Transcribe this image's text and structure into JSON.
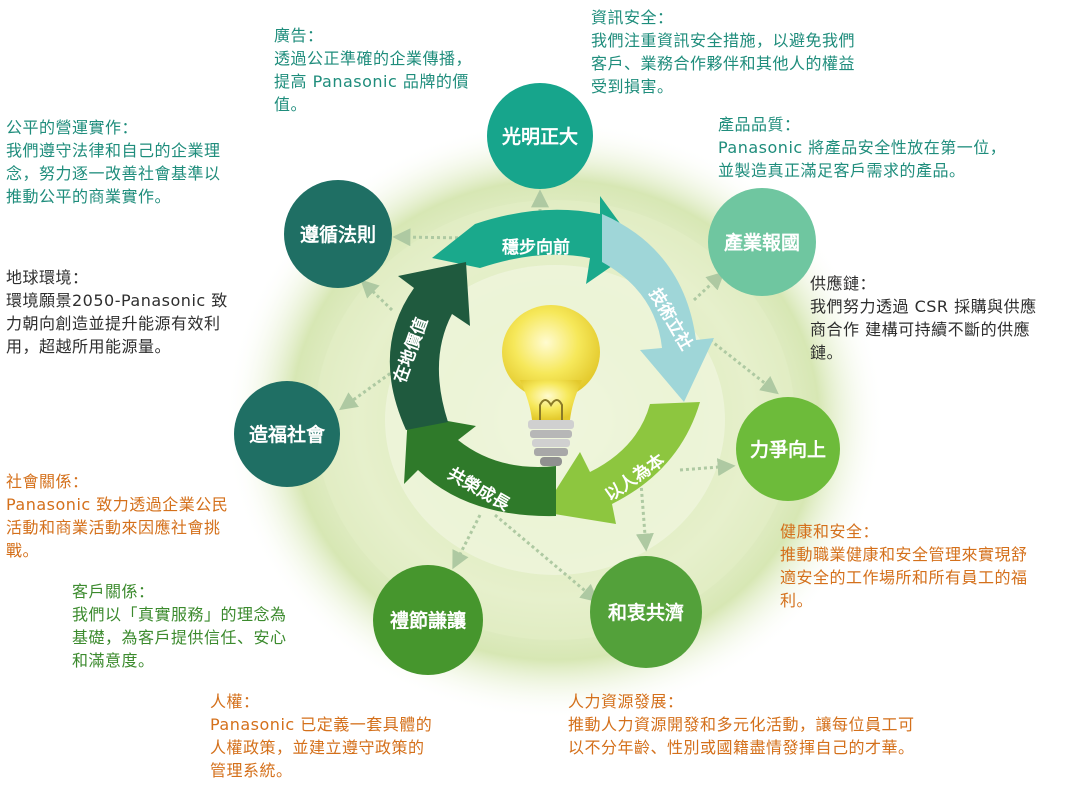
{
  "colors": {
    "teal": "#1f8d7c",
    "dark_text": "#2e2e2e",
    "green_text": "#3b8a2d",
    "orange_text": "#d4701b",
    "circle_teal": "#17a58c",
    "circle_dark_teal": "#1f6f64",
    "circle_mint": "#6fc6a0",
    "circle_lime": "#6dbb3a",
    "circle_forest": "#46962d",
    "circle_grass": "#53a13a",
    "arrow_teal": "#1aa98c",
    "arrow_sky": "#9fd6d8",
    "arrow_lime": "#8dc63f",
    "arrow_forest": "#2f7a2a",
    "arrow_darkgreen": "#1f5a3e"
  },
  "center_icon": "light-bulb-icon",
  "circles": {
    "guangming": "光明正大",
    "zunxun": "遵循法則",
    "chanye": "產業報國",
    "zaofu": "造福社會",
    "lizheng": "力爭向上",
    "lijie": "禮節謙讓",
    "hezhong": "和衷共濟"
  },
  "arrows": {
    "wenbu": "穩步向前",
    "jishu": "技術立社",
    "yiren": "以人為本",
    "gongrong": "共榮成長",
    "zaidi": "在地價值"
  },
  "notes": {
    "ads": {
      "title": "廣告：",
      "lines": [
        "透過公正準確的企業傳播，",
        "提高 Panasonic 品牌的價",
        "值。"
      ]
    },
    "infosec": {
      "title": "資訊安全：",
      "lines": [
        "我們注重資訊安全措施，以避免我們",
        "客戶、業務合作夥伴和其他人的權益",
        "受到損害。"
      ]
    },
    "fair": {
      "title": "公平的營運實作：",
      "lines": [
        "我們遵守法律和自己的企業理",
        "念，努力逐一改善社會基準以",
        "推動公平的商業實作。"
      ]
    },
    "quality": {
      "title": "產品品質：",
      "lines": [
        "Panasonic 將產品安全性放在第一位，",
        "並製造真正滿足客戶需求的產品。"
      ]
    },
    "earth": {
      "title": "地球環境：",
      "lines": [
        "環境願景2050-Panasonic 致",
        "力朝向創造並提升能源有效利",
        "用，超越所用能源量。"
      ]
    },
    "supply": {
      "title": "供應鏈：",
      "lines": [
        "我們努力透過 CSR 採購與供應",
        "商合作 建構可持續不斷的供應",
        "鏈。"
      ]
    },
    "social": {
      "title": "社會關係：",
      "lines": [
        "Panasonic 致力透過企業公民",
        "活動和商業活動來因應社會挑",
        "戰。"
      ]
    },
    "health": {
      "title": "健康和安全：",
      "lines": [
        "推動職業健康和安全管理來實現舒",
        "適安全的工作場所和所有員工的福",
        "利。"
      ]
    },
    "customer": {
      "title": "客戶關係：",
      "lines": [
        "我們以「真實服務」的理念為",
        "基礎，為客戶提供信任、安心",
        "和滿意度。"
      ]
    },
    "human_rights": {
      "title": "人權：",
      "lines": [
        "Panasonic 已定義一套具體的",
        "人權政策，並建立遵守政策的",
        "管理系統。"
      ]
    },
    "hr_dev": {
      "title": "人力資源發展：",
      "lines": [
        "推動人力資源開發和多元化活動，讓每位員工可",
        "以不分年齡、性別或國籍盡情發揮自己的才華。"
      ]
    }
  }
}
